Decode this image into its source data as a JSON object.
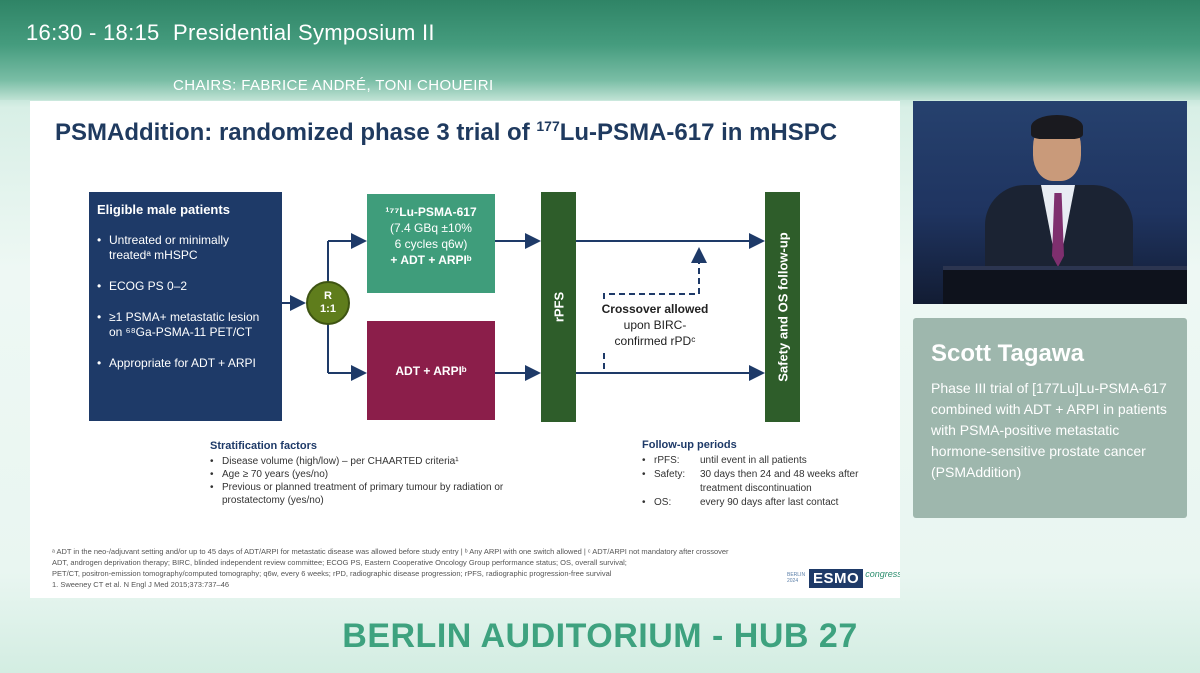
{
  "header": {
    "time": "16:30 - 18:15",
    "session_title": "Presidential Symposium II",
    "chairs": "CHAIRS: FABRICE ANDRÉ, TONI CHOUEIRI"
  },
  "slide": {
    "title_prefix": "PSMAddition: randomized phase 3 trial of ",
    "title_sup": "177",
    "title_suffix": "Lu-PSMA-617 in mHSPC",
    "eligible": {
      "heading": "Eligible male patients",
      "items": [
        "Untreated or minimally treatedᵃ mHSPC",
        "ECOG PS 0–2",
        "≥1 PSMA+ metastatic lesion on ⁶⁸Ga-PSMA-11 PET/CT",
        "Appropriate for ADT + ARPI"
      ]
    },
    "randomization": {
      "line1": "R",
      "line2": "1:1"
    },
    "arm_lu": {
      "line1": "¹⁷⁷Lu-PSMA-617",
      "line2": "(7.4 GBq ±10%",
      "line3": "6 cycles q6w)",
      "line4": "+ ADT + ARPIᵇ"
    },
    "arm_control": {
      "label": "ADT + ARPIᵇ"
    },
    "rpfs_label": "rPFS",
    "safety_label": "Safety and OS follow-up",
    "crossover": {
      "line1": "Crossover allowed",
      "line2": "upon BIRC-",
      "line3": "confirmed rPDᶜ"
    },
    "stratification": {
      "heading": "Stratification factors",
      "items": [
        "Disease volume (high/low) – per CHAARTED criteria¹",
        "Age ≥ 70 years (yes/no)",
        "Previous or planned treatment of primary tumour by radiation or prostatectomy (yes/no)"
      ]
    },
    "follow_up": {
      "heading": "Follow-up periods",
      "rows": [
        {
          "key": "rPFS:",
          "value": "until event in all patients"
        },
        {
          "key": "Safety:",
          "value": "30 days then 24 and 48 weeks after treatment discontinuation"
        },
        {
          "key": "OS:",
          "value": "every 90 days after last contact"
        }
      ]
    },
    "footnotes": [
      "ᵃ ADT in the neo-/adjuvant setting and/or up to 45 days of ADT/ARPI for metastatic disease was allowed before study entry | ᵇ Any ARPI with one switch allowed | ᶜ ADT/ARPI not mandatory after crossover",
      "ADT, androgen deprivation therapy; BIRC, blinded independent review committee; ECOG PS, Eastern Cooperative Oncology Group performance status; OS, overall survival;",
      "PET/CT, positron-emission tomography/computed tomography; q6w, every 6 weeks; rPD, radiographic disease progression; rPFS, radiographic progression-free survival",
      "1. Sweeney CT et al. N Engl J Med 2015;373:737–46"
    ],
    "logo": {
      "city": "BERLIN 2024",
      "mark": "ESMO",
      "word": "congress"
    }
  },
  "speaker": {
    "name": "Scott Tagawa",
    "description": "Phase III trial of [177Lu]Lu-PSMA-617 combined with ADT + ARPI in patients with PSMA-positive metastatic hormone-sensitive prostate cancer (PSMAddition)"
  },
  "venue": "BERLIN AUDITORIUM - HUB 27",
  "colors": {
    "navy": "#1e3a68",
    "teal": "#3f9d7b",
    "maroon": "#8b1e4a",
    "dark_green": "#2e5d2a",
    "olive": "#5f7d1c",
    "venue_green": "#3ea27f"
  }
}
